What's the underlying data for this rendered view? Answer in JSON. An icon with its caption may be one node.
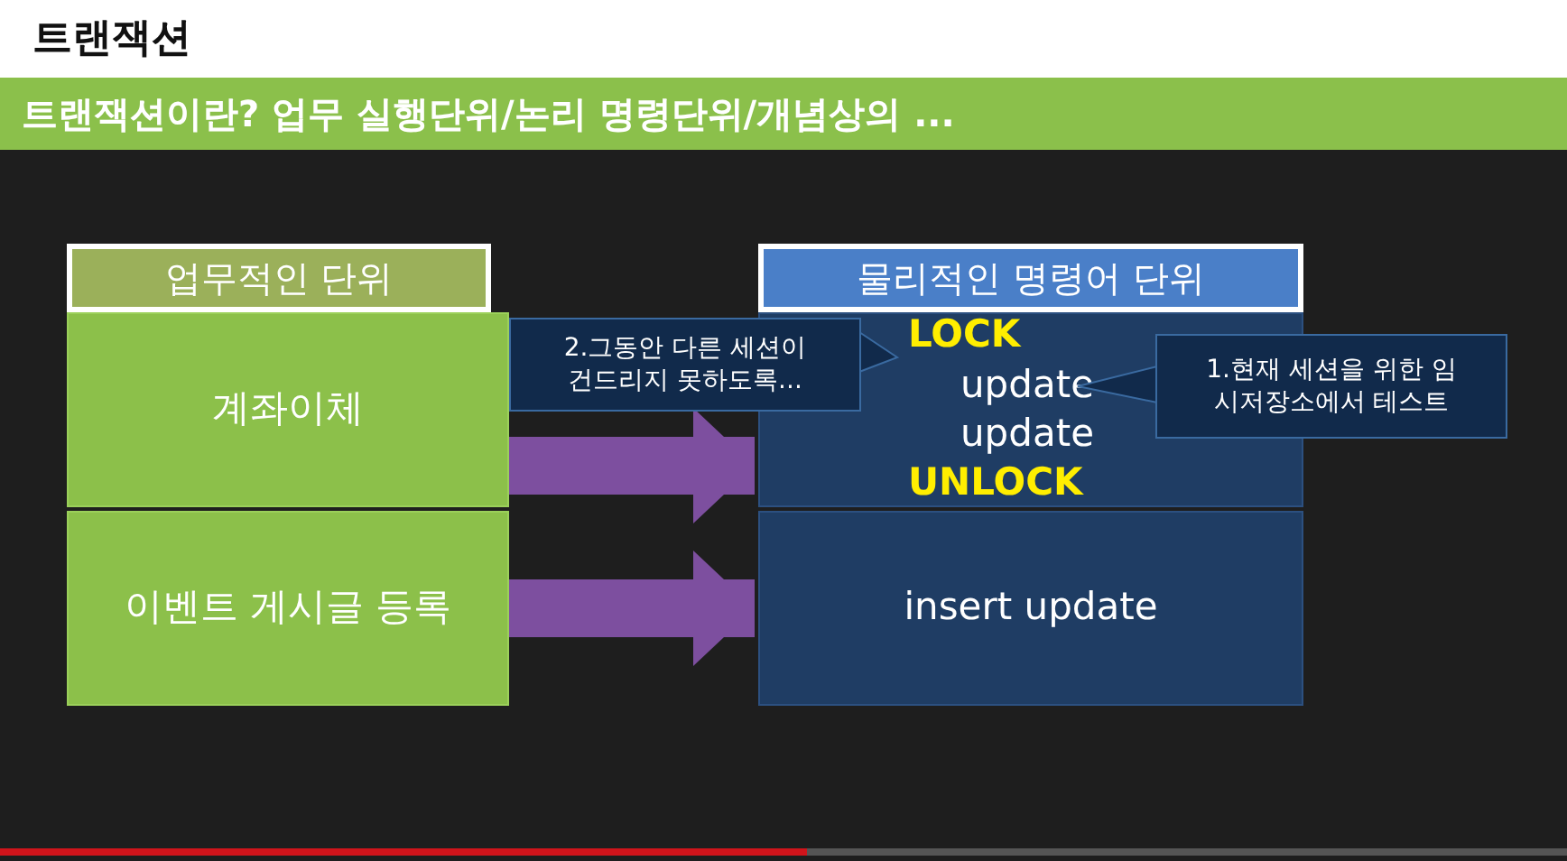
{
  "diagram": {
    "title": "트랜잭션",
    "nodes": [
      {
        "text": [
          "업무적인 단위"
        ]
      },
      {
        "text": [
          "물리적인 명령어 단위"
        ]
      },
      {
        "text": [
          "계좌이체"
        ]
      },
      {
        "text": [
          "이벤트 게시글 등록"
        ]
      },
      {
        "text": [
          "LOCK",
          "update update",
          "UNLOCK"
        ]
      },
      {
        "text": [
          "insert update"
        ]
      },
      {
        "text": [
          "2.그동안 다른 세션이 건드리지 못하도록..."
        ]
      },
      {
        "text": [
          "1.현재 세션을 위한 임시저장소에서 테스트"
        ]
      }
    ],
    "edges": [
      {
        "from": 2,
        "to": 4,
        "arrow": "to"
      },
      {
        "from": 3,
        "to": 5,
        "arrow": "to"
      }
    ],
    "labels": [
      "트랜잭션이란? 업무 실행단위/논리 명령단위/개념상의 ..."
    ]
  }
}
